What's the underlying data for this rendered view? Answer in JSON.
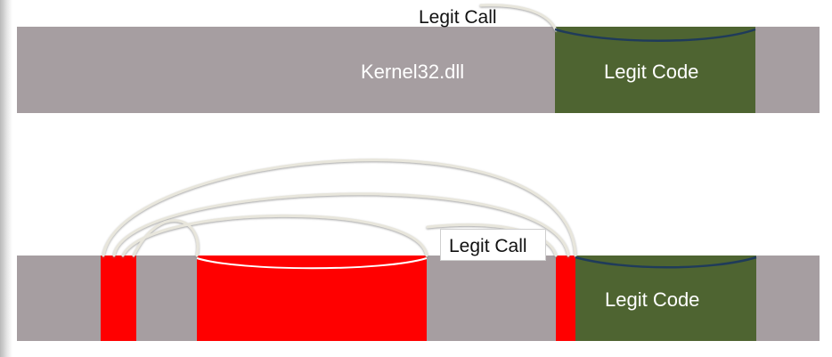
{
  "diagram": {
    "top_row": {
      "dll_label": "Kernel32.dll",
      "legit_code_label": "Legit Code",
      "legit_call_label": "Legit Call"
    },
    "bottom_row": {
      "legit_code_label": "Legit Code",
      "legit_call_label": "Legit Call"
    },
    "colors": {
      "bar": "#a69ea1",
      "legit_code": "#4e6431",
      "injected": "#ff0000",
      "call_arc": "#e8e6dc"
    }
  }
}
